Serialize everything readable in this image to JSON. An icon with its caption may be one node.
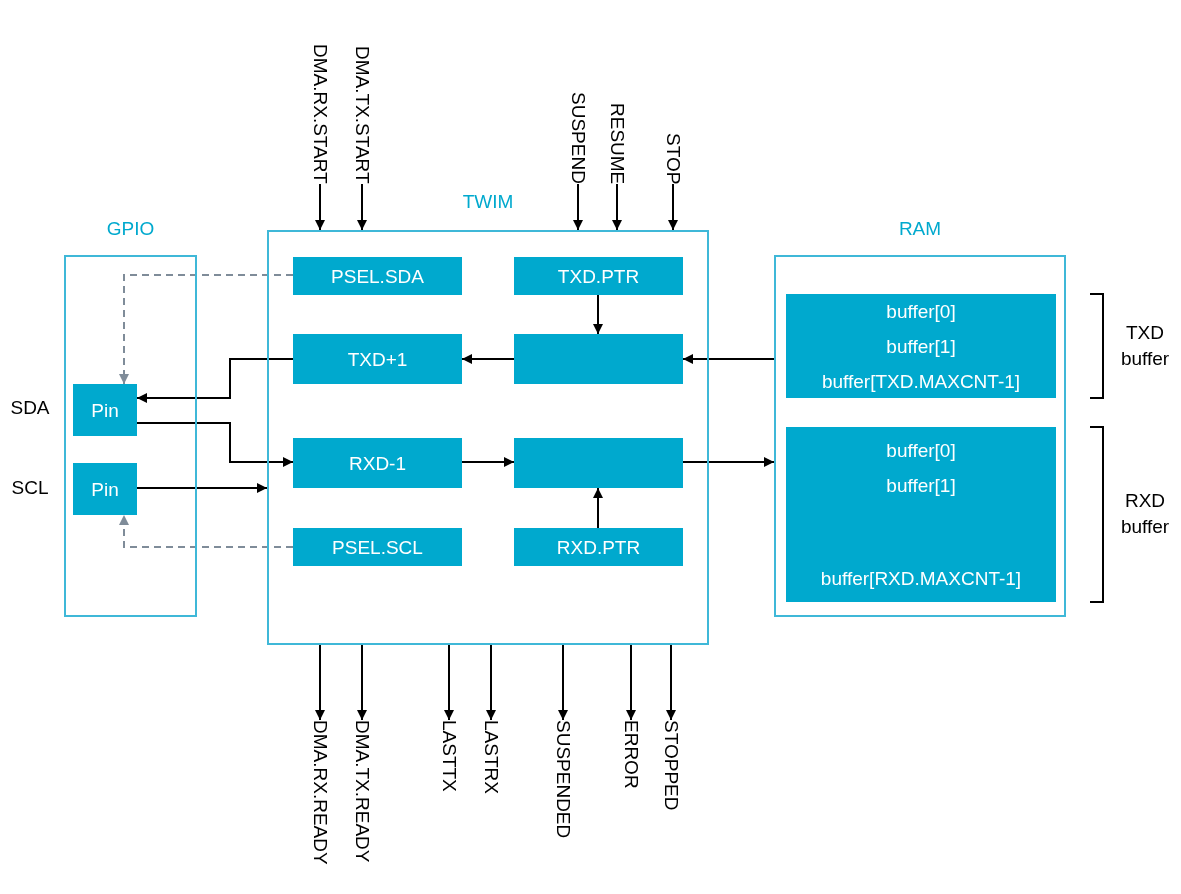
{
  "diagram": {
    "nodes": [
      {
        "text": [
          "GPIO"
        ]
      },
      {
        "text": [
          "Pin"
        ],
        "beside": [
          "SDA"
        ],
        "in": 0
      },
      {
        "text": [
          "Pin"
        ],
        "beside": [
          "SCL"
        ],
        "in": 0
      },
      {
        "text": [
          "TWIM"
        ]
      },
      {
        "text": [
          "PSEL.SDA"
        ],
        "in": 3
      },
      {
        "text": [
          "TXD.PTR"
        ],
        "in": 3
      },
      {
        "text": [
          "TXD+1"
        ],
        "in": 3
      },
      {
        "text": [],
        "shape": "box",
        "in": 3
      },
      {
        "text": [
          "RXD-1"
        ],
        "in": 3
      },
      {
        "text": [],
        "shape": "box",
        "in": 3
      },
      {
        "text": [
          "PSEL.SCL"
        ],
        "in": 3
      },
      {
        "text": [
          "RXD.PTR"
        ],
        "in": 3
      },
      {
        "text": [
          "RAM"
        ]
      },
      {
        "text": [
          "buffer[0]",
          "buffer[1]",
          "buffer[TXD.MAXCNT-1]"
        ],
        "in": 12,
        "beside": [
          "TXD buffer"
        ]
      },
      {
        "text": [
          "buffer[0]",
          "buffer[1]",
          "buffer[RXD.MAXCNT-1]"
        ],
        "in": 12,
        "beside": [
          "RXD buffer"
        ]
      },
      {
        "text": [
          "DMA.RX.START"
        ]
      },
      {
        "text": [
          "DMA.TX.START"
        ]
      },
      {
        "text": [
          "SUSPEND"
        ]
      },
      {
        "text": [
          "RESUME"
        ]
      },
      {
        "text": [
          "STOP"
        ]
      },
      {
        "text": [
          "DMA.RX.READY"
        ]
      },
      {
        "text": [
          "DMA.TX.READY"
        ]
      },
      {
        "text": [
          "LASTTX"
        ]
      },
      {
        "text": [
          "LASTRX"
        ]
      },
      {
        "text": [
          "SUSPENDED"
        ]
      },
      {
        "text": [
          "ERROR"
        ]
      },
      {
        "text": [
          "STOPPED"
        ]
      }
    ],
    "edges": [
      {
        "from": 4,
        "to": 1,
        "arrow": "to",
        "style": "dashed",
        "color": "#7f8c99"
      },
      {
        "from": 10,
        "to": 2,
        "arrow": "to",
        "style": "dashed",
        "color": "#7f8c99"
      },
      {
        "from": 5,
        "to": 7,
        "arrow": "to"
      },
      {
        "from": 7,
        "to": 6,
        "arrow": "to"
      },
      {
        "from": 6,
        "to": 1,
        "arrow": "to"
      },
      {
        "from": 12,
        "to": 7,
        "arrow": "to"
      },
      {
        "from": 1,
        "to": 8,
        "arrow": "to"
      },
      {
        "from": 2,
        "to": 3,
        "arrow": "to"
      },
      {
        "from": 8,
        "to": 9,
        "arrow": "to"
      },
      {
        "from": 11,
        "to": 9,
        "arrow": "to"
      },
      {
        "from": 9,
        "to": 12,
        "arrow": "to"
      },
      {
        "from": 15,
        "to": 3,
        "arrow": "to"
      },
      {
        "from": 16,
        "to": 3,
        "arrow": "to"
      },
      {
        "from": 17,
        "to": 3,
        "arrow": "to"
      },
      {
        "from": 18,
        "to": 3,
        "arrow": "to"
      },
      {
        "from": 19,
        "to": 3,
        "arrow": "to"
      },
      {
        "from": 3,
        "to": 20,
        "arrow": "to"
      },
      {
        "from": 3,
        "to": 21,
        "arrow": "to"
      },
      {
        "from": 3,
        "to": 22,
        "arrow": "to"
      },
      {
        "from": 3,
        "to": 23,
        "arrow": "to"
      },
      {
        "from": 3,
        "to": 24,
        "arrow": "to"
      },
      {
        "from": 3,
        "to": 25,
        "arrow": "to"
      },
      {
        "from": 3,
        "to": 26,
        "arrow": "to"
      }
    ]
  }
}
